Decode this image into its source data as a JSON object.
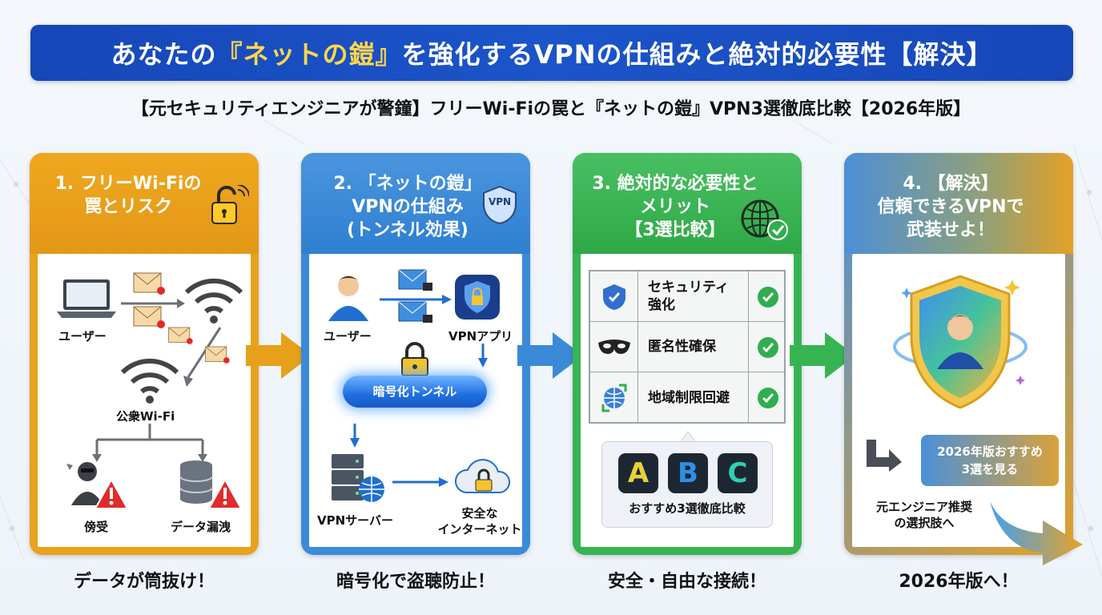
{
  "title": {
    "before": "あなたの",
    "highlight": "『ネットの鎧』",
    "after": "を強化するVPNの仕組みと絶対的必要性【解決】"
  },
  "subtitle": "【元セキュリティエンジニアが警鐘】フリーWi-Fiの罠と『ネットの鎧』VPN3選徹底比較【2026年版】",
  "colors": {
    "title_bg": "#1b55c9",
    "panel1": "#e8a21b",
    "panel2": "#3a8ad8",
    "panel3": "#37b452",
    "danger": "#e02b2b",
    "check": "#2fae4d"
  },
  "panels": [
    {
      "heading_line1": "1. フリーWi-Fiの",
      "heading_line2": "罠とリスク",
      "user_label": "ユーザー",
      "wifi_label": "公衆Wi-Fi",
      "risk1": "傍受",
      "risk2": "データ漏洩",
      "caption": "データが筒抜け！",
      "icons": [
        "laptop-icon",
        "mail-icon",
        "wifi-icon",
        "hacker-icon",
        "database-icon",
        "warning-icon",
        "lock-open-icon"
      ]
    },
    {
      "heading_line1": "2. 「ネットの鎧」",
      "heading_line2": "VPNの仕組み",
      "heading_line3": "(トンネル効果)",
      "badge": "VPN",
      "user_label": "ユーザー",
      "app_label": "VPNアプリ",
      "tunnel_label": "暗号化トンネル",
      "server_label": "VPNサーバー",
      "internet_line1": "安全な",
      "internet_line2": "インターネット",
      "caption": "暗号化で盗聴防止！",
      "icons": [
        "user-icon",
        "mail-lock-icon",
        "shield-lock-icon",
        "padlock-icon",
        "server-icon",
        "cloud-lock-icon"
      ]
    },
    {
      "heading_line1": "3. 絶対的な必要性と",
      "heading_line2": "メリット",
      "heading_line3": "【3選比較】",
      "rows": [
        {
          "label_line1": "セキュリティ",
          "label_line2": "強化",
          "icon": "shield-check-icon"
        },
        {
          "label_line1": "匿名性確保",
          "label_line2": "",
          "icon": "mask-icon"
        },
        {
          "label_line1": "地域制限回避",
          "label_line2": "",
          "icon": "globe-arrows-icon"
        }
      ],
      "logos": [
        "A",
        "B",
        "C"
      ],
      "reco_label": "おすすめ3選徹底比較",
      "caption": "安全・自由な接続！"
    },
    {
      "heading_line1": "4. 【解決】",
      "heading_line2": "信頼できるVPNで",
      "heading_line3": "武装せよ！",
      "cta_line1": "2026年版おすすめ",
      "cta_line2": "3選を見る",
      "note_line1": "元エンジニア推奨",
      "note_line2": "の選択肢へ",
      "caption": "2026年版へ！",
      "icons": [
        "shield-user-icon",
        "sparkle-icon",
        "arrow-right-icon"
      ]
    }
  ]
}
